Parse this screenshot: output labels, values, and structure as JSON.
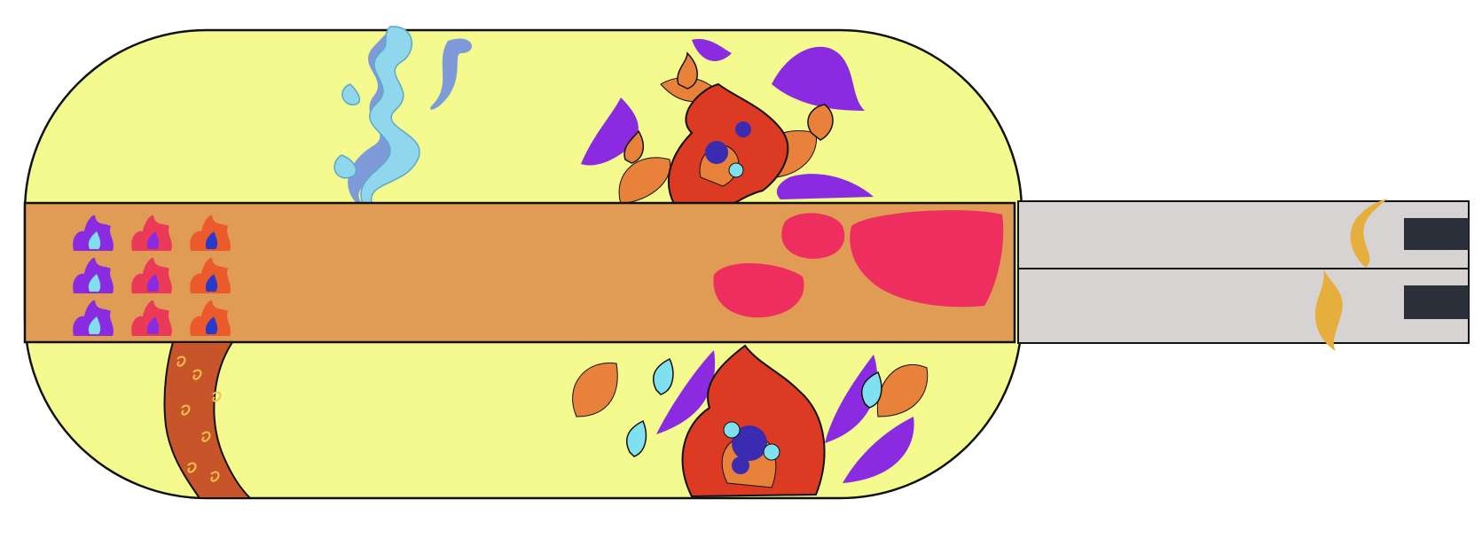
{
  "palette": {
    "background": "#ffffff",
    "track_fill": "#f4fa8e",
    "outline": "#111111",
    "lane_fill": "#e09c55",
    "dock_fill": "#d8d3d3",
    "dock_slot": "#2a2f3a",
    "fire_purple": "#8a2be2",
    "fire_orange": "#e8823a",
    "fire_red": "#dc3a22",
    "core_blue": "#3a2bb0",
    "core_cyan": "#7fe0f0",
    "smoke_blue": "#90d6ec",
    "pink_blob": "#ee2e5e",
    "trunk_brown": "#c8552a",
    "swirl_gold": "#f2c24a",
    "amber_flame": "#e6ae3c"
  },
  "icons": {
    "smoke_plume": "wisp-icon",
    "fire_cluster": "flame-icon",
    "blob": "blob-icon",
    "dock_flame": "flame-icon",
    "slot": "slot-icon"
  },
  "scene": {
    "lane_flame_rows": 3,
    "lane_flame_cols": 3,
    "pink_blob_count": 3,
    "dock_lanes": 2
  }
}
